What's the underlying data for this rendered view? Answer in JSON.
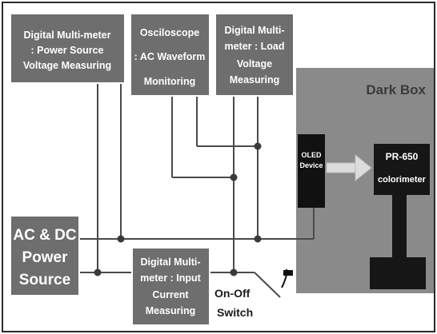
{
  "colors": {
    "instrument_fill": "#6e6e6e",
    "instrument_border": "#ffffff",
    "dark_box_fill": "#8a8a8a",
    "oled_fill": "#111111",
    "colorimeter_fill": "#161616",
    "wire": "#4a4a4a",
    "arrow": "#d8d8d8"
  },
  "instruments": {
    "dmm_power": {
      "line1": "Digital Multi-meter",
      "line2": ": Power Source",
      "line3": "Voltage Measuring"
    },
    "oscilloscope": {
      "line1": "Osciloscope",
      "line2": ": AC Waveform",
      "line3": "Monitoring"
    },
    "dmm_load": {
      "line1": "Digital Multi-",
      "line2": "meter : Load",
      "line3": "Voltage",
      "line4": "Measuring"
    },
    "power_source": {
      "line1": "AC & DC",
      "line2": "Power",
      "line3": "Source"
    },
    "dmm_input": {
      "line1": "Digital Multi-",
      "line2": "meter : Input",
      "line3": "Current",
      "line4": "Measuring"
    }
  },
  "dark_box": {
    "title": "Dark Box",
    "oled": {
      "line1": "OLED",
      "line2": "Device"
    },
    "colorimeter": {
      "line1": "PR-650",
      "line2": "colorimeter"
    }
  },
  "switch": {
    "line1": "On-Off",
    "line2": "Switch"
  },
  "icons": [
    "arrow-right-icon",
    "switch-icon",
    "junction-dot-icon"
  ]
}
